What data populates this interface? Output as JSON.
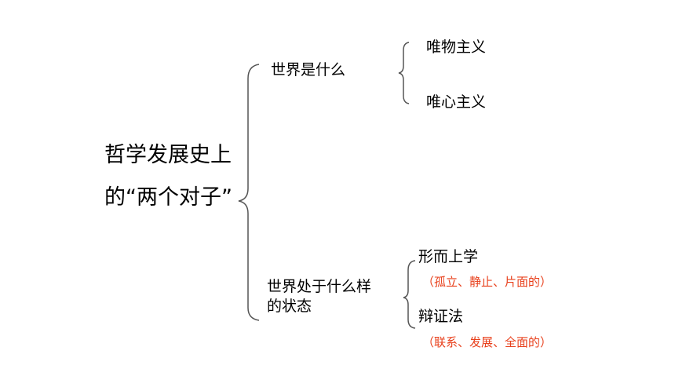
{
  "root": {
    "line1": "哲学发展史上",
    "line2": "的“两个对子”"
  },
  "branch_world": {
    "label": "世界是什么",
    "children": [
      "唯物主义",
      "唯心主义"
    ]
  },
  "branch_state": {
    "line1": "世界处于什么样",
    "line2": "的状态",
    "children": [
      {
        "label": "形而上学",
        "note": "（孤立、静止、片面的）"
      },
      {
        "label": "辩证法",
        "note": "（联系、发展、全面的）"
      }
    ]
  },
  "colors": {
    "text": "#000000",
    "note": "#e8401c",
    "brace": "#555555"
  }
}
